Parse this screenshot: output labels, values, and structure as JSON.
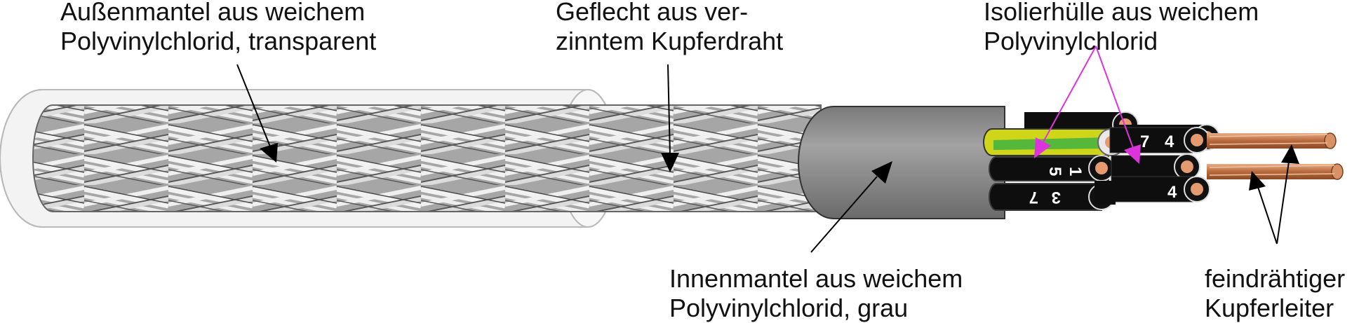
{
  "labels": {
    "outer_sheath": {
      "line1": "Außenmantel aus weichem",
      "line2": "Polyvinylchlorid, transparent"
    },
    "braid": {
      "line1": "Geflecht aus ver-",
      "line2": "zinntem Kupferdraht"
    },
    "insulation": {
      "line1": "Isolierhülle aus weichem",
      "line2": "Polyvinylchlorid"
    },
    "inner_sheath": {
      "line1": "Innenmantel aus weichem",
      "line2": "Polyvinylchlorid, grau"
    },
    "conductor": {
      "line1": "feindrähtiger",
      "line2": "Kupferleiter"
    }
  },
  "wire_numbers": {
    "upper_right": "4",
    "upper_mid": "7",
    "mid_left_a": "5",
    "mid_left_b": "1",
    "lower_right": "4",
    "lower_left_a": "7",
    "lower_left_b": "3"
  },
  "colors": {
    "outer_sheath": "#ececec",
    "braid": "#a9a9a9",
    "inner_sheath": "#8c8c8c",
    "core_insulation": "#0e0e0e",
    "protective_earth": "#d6dd1b",
    "copper": "#c57a4f",
    "callout_arrow": "#dd33dd",
    "leader_line": "#000000"
  }
}
